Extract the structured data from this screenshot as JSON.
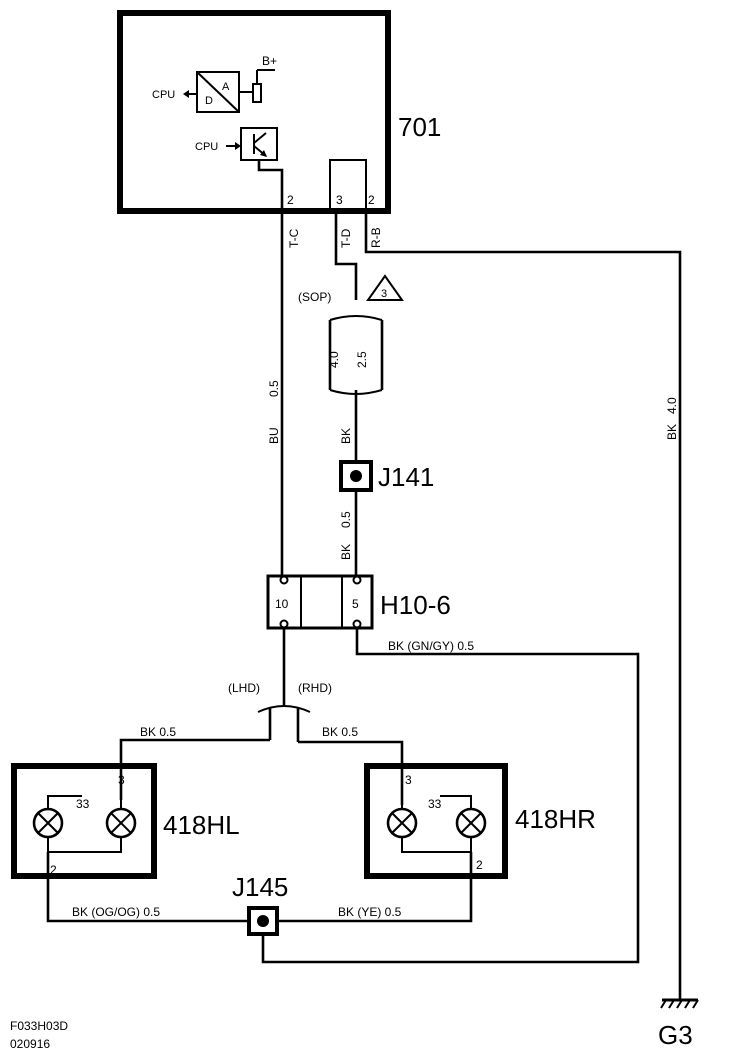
{
  "components": {
    "ecu": {
      "id": "701",
      "cpu_out": "CPU",
      "cpu_in": "CPU",
      "supply": "B+",
      "conv_a": "A",
      "conv_d": "D"
    },
    "j141": {
      "id": "J141"
    },
    "h10_6": {
      "id": "H10-6",
      "pin_left": "10",
      "pin_right": "5"
    },
    "j145": {
      "id": "J145"
    },
    "lamp_left": {
      "id": "418HL",
      "pin_top": "3",
      "pin_bottom": "2",
      "code": "33"
    },
    "lamp_right": {
      "id": "418HR",
      "pin_top": "3",
      "pin_bottom": "2",
      "code": "33"
    },
    "ground": {
      "id": "G3"
    }
  },
  "pins": {
    "tc": "2",
    "td": "3",
    "rb": "2"
  },
  "wires": {
    "tc_label": "T-C",
    "td_label": "T-D",
    "rb_label": "R-B",
    "bu_color": "BU",
    "bu_size": "0.5",
    "bk_color": "BK",
    "bk_size_rb": "4.0",
    "sop_size_a": "4.0",
    "sop_size_b": "2.5",
    "j141_size": "0.5",
    "h10_right_bottom": "BK  (GN/GY)  0.5",
    "lhd_branch": "BK  0.5",
    "rhd_branch": "BK  0.5",
    "left_bottom": "BK  (OG/OG)  0.5",
    "right_bottom": "BK  (YE)  0.5"
  },
  "variants": {
    "sop": "(SOP)",
    "lhd": "(LHD)",
    "rhd": "(RHD)",
    "note_triangle": "3"
  },
  "footer": {
    "code1": "F033H03D",
    "code2": "020916"
  }
}
